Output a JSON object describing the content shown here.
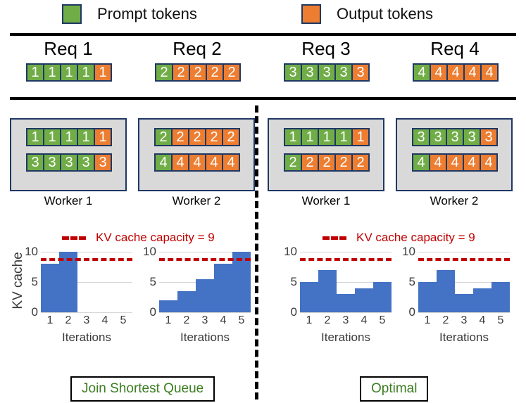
{
  "legend": {
    "items": [
      {
        "icon": "green-square-icon",
        "label": "Prompt tokens",
        "color": "#70AD47"
      },
      {
        "icon": "orange-square-icon",
        "label": "Output tokens",
        "color": "#ED7D31"
      }
    ]
  },
  "requests": [
    {
      "title": "Req 1",
      "tokens": [
        "green",
        "green",
        "green",
        "green",
        "orange"
      ],
      "digit": "1"
    },
    {
      "title": "Req 2",
      "tokens": [
        "green",
        "orange",
        "orange",
        "orange",
        "orange"
      ],
      "digit": "2"
    },
    {
      "title": "Req 3",
      "tokens": [
        "green",
        "green",
        "green",
        "green",
        "orange"
      ],
      "digit": "3"
    },
    {
      "title": "Req 4",
      "tokens": [
        "green",
        "orange",
        "orange",
        "orange",
        "orange"
      ],
      "digit": "4"
    }
  ],
  "workers": [
    {
      "label": "Worker 1",
      "rows": [
        {
          "digit": "1",
          "tokens": [
            "green",
            "green",
            "green",
            "green",
            "orange"
          ]
        },
        {
          "digit": "3",
          "tokens": [
            "green",
            "green",
            "green",
            "green",
            "orange"
          ]
        }
      ]
    },
    {
      "label": "Worker 2",
      "rows": [
        {
          "digit": "2",
          "tokens": [
            "green",
            "orange",
            "orange",
            "orange",
            "orange"
          ]
        },
        {
          "digit": "4",
          "tokens": [
            "green",
            "orange",
            "orange",
            "orange",
            "orange"
          ]
        }
      ]
    },
    {
      "label": "Worker 1",
      "rows": [
        {
          "digit": "1",
          "tokens": [
            "green",
            "green",
            "green",
            "green",
            "orange"
          ]
        },
        {
          "digit": "2",
          "tokens": [
            "green",
            "orange",
            "orange",
            "orange",
            "orange"
          ]
        }
      ]
    },
    {
      "label": "Worker 2",
      "rows": [
        {
          "digit": "3",
          "tokens": [
            "green",
            "green",
            "green",
            "green",
            "orange"
          ]
        },
        {
          "digit": "4",
          "tokens": [
            "green",
            "orange",
            "orange",
            "orange",
            "orange"
          ]
        }
      ]
    }
  ],
  "capacity_legend": {
    "left_text": "KV cache capacity = 9",
    "right_text": "KV cache capacity = 9",
    "color": "#C00000"
  },
  "y_axis_label": "KV cache",
  "strategies": [
    {
      "name": "Join Shortest Queue"
    },
    {
      "name": "Optimal"
    }
  ],
  "chart_data": [
    {
      "type": "bar",
      "title": "",
      "categories": [
        "1",
        "2",
        "3",
        "4",
        "5"
      ],
      "values": [
        8,
        10,
        0,
        0,
        0
      ],
      "capacity": 9,
      "xlabel": "Iterations",
      "ylabel": "KV cache",
      "yticks": [
        0,
        5,
        10
      ],
      "ylim": [
        0,
        10
      ],
      "grid": true,
      "bar_color": "#4472C4",
      "group": "Join Shortest Queue",
      "worker": "Worker 1"
    },
    {
      "type": "bar",
      "title": "",
      "categories": [
        "1",
        "2",
        "3",
        "4",
        "5"
      ],
      "values": [
        2,
        3.5,
        5.5,
        8,
        10
      ],
      "capacity": 9,
      "xlabel": "Iterations",
      "ylabel": "KV cache",
      "yticks": [
        0,
        5,
        10
      ],
      "ylim": [
        0,
        10
      ],
      "grid": true,
      "bar_color": "#4472C4",
      "group": "Join Shortest Queue",
      "worker": "Worker 2"
    },
    {
      "type": "bar",
      "title": "",
      "categories": [
        "1",
        "2",
        "3",
        "4",
        "5"
      ],
      "values": [
        5,
        7,
        3,
        4,
        5
      ],
      "capacity": 9,
      "xlabel": "Iterations",
      "ylabel": "KV cache",
      "yticks": [
        0,
        5,
        10
      ],
      "ylim": [
        0,
        10
      ],
      "grid": true,
      "bar_color": "#4472C4",
      "group": "Optimal",
      "worker": "Worker 1"
    },
    {
      "type": "bar",
      "title": "",
      "categories": [
        "1",
        "2",
        "3",
        "4",
        "5"
      ],
      "values": [
        5,
        7,
        3,
        4,
        5
      ],
      "capacity": 9,
      "xlabel": "Iterations",
      "ylabel": "KV cache",
      "yticks": [
        0,
        5,
        10
      ],
      "ylim": [
        0,
        10
      ],
      "grid": true,
      "bar_color": "#4472C4",
      "group": "Optimal",
      "worker": "Worker 2"
    }
  ]
}
